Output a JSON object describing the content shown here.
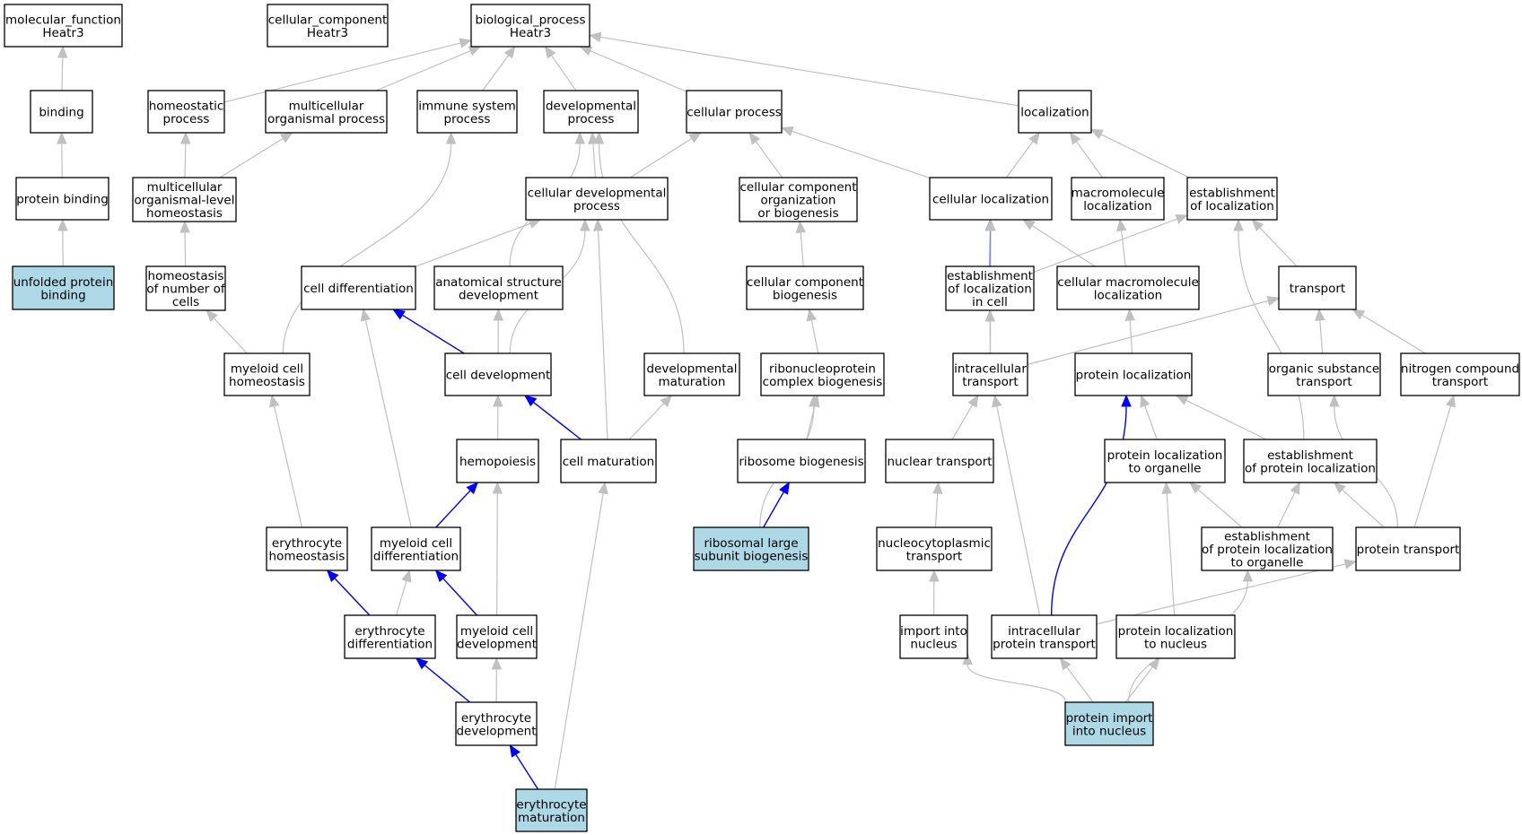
{
  "graph": {
    "nodes": [
      {
        "id": "molecular_function",
        "lines": [
          "molecular_function",
          "Heatr3"
        ],
        "highlight": false
      },
      {
        "id": "cellular_component",
        "lines": [
          "cellular_component",
          "Heatr3"
        ],
        "highlight": false
      },
      {
        "id": "biological_process",
        "lines": [
          "biological_process",
          "Heatr3"
        ],
        "highlight": false
      },
      {
        "id": "binding",
        "lines": [
          "binding"
        ],
        "highlight": false
      },
      {
        "id": "homeostatic_process",
        "lines": [
          "homeostatic",
          "process"
        ],
        "highlight": false
      },
      {
        "id": "multicellular_organismal_process",
        "lines": [
          "multicellular",
          "organismal process"
        ],
        "highlight": false
      },
      {
        "id": "immune_system_process",
        "lines": [
          "immune system",
          "process"
        ],
        "highlight": false
      },
      {
        "id": "developmental_process",
        "lines": [
          "developmental",
          "process"
        ],
        "highlight": false
      },
      {
        "id": "cellular_process",
        "lines": [
          "cellular process"
        ],
        "highlight": false
      },
      {
        "id": "localization",
        "lines": [
          "localization"
        ],
        "highlight": false
      },
      {
        "id": "protein_binding",
        "lines": [
          "protein binding"
        ],
        "highlight": false
      },
      {
        "id": "multicellular_organismal_level_homeostasis",
        "lines": [
          "multicellular",
          "organismal-level",
          "homeostasis"
        ],
        "highlight": false
      },
      {
        "id": "cellular_developmental_process",
        "lines": [
          "cellular developmental",
          "process"
        ],
        "highlight": false
      },
      {
        "id": "cellular_component_organization",
        "lines": [
          "cellular component",
          "organization",
          "or biogenesis"
        ],
        "highlight": false
      },
      {
        "id": "cellular_localization",
        "lines": [
          "cellular localization"
        ],
        "highlight": false
      },
      {
        "id": "macromolecule_localization",
        "lines": [
          "macromolecule",
          "localization"
        ],
        "highlight": false
      },
      {
        "id": "establishment_of_localization",
        "lines": [
          "establishment",
          "of localization"
        ],
        "highlight": false
      },
      {
        "id": "unfolded_protein_binding",
        "lines": [
          "unfolded protein",
          "binding"
        ],
        "highlight": true
      },
      {
        "id": "homeostasis_of_number_of_cells",
        "lines": [
          "homeostasis",
          "of number of",
          "cells"
        ],
        "highlight": false
      },
      {
        "id": "cell_differentiation",
        "lines": [
          "cell differentiation"
        ],
        "highlight": false
      },
      {
        "id": "anatomical_structure_development",
        "lines": [
          "anatomical structure",
          "development"
        ],
        "highlight": false
      },
      {
        "id": "cellular_component_biogenesis",
        "lines": [
          "cellular component",
          "biogenesis"
        ],
        "highlight": false
      },
      {
        "id": "establishment_of_localization_in_cell",
        "lines": [
          "establishment",
          "of localization",
          "in cell"
        ],
        "highlight": false
      },
      {
        "id": "cellular_macromolecule_localization",
        "lines": [
          "cellular macromolecule",
          "localization"
        ],
        "highlight": false
      },
      {
        "id": "transport",
        "lines": [
          "transport"
        ],
        "highlight": false
      },
      {
        "id": "myeloid_cell_homeostasis",
        "lines": [
          "myeloid cell",
          "homeostasis"
        ],
        "highlight": false
      },
      {
        "id": "cell_development",
        "lines": [
          "cell development"
        ],
        "highlight": false
      },
      {
        "id": "developmental_maturation",
        "lines": [
          "developmental",
          "maturation"
        ],
        "highlight": false
      },
      {
        "id": "ribonucleoprotein_complex_biogenesis",
        "lines": [
          "ribonucleoprotein",
          "complex biogenesis"
        ],
        "highlight": false
      },
      {
        "id": "intracellular_transport",
        "lines": [
          "intracellular",
          "transport"
        ],
        "highlight": false
      },
      {
        "id": "protein_localization",
        "lines": [
          "protein localization"
        ],
        "highlight": false
      },
      {
        "id": "organic_substance_transport",
        "lines": [
          "organic substance",
          "transport"
        ],
        "highlight": false
      },
      {
        "id": "nitrogen_compound_transport",
        "lines": [
          "nitrogen compound",
          "transport"
        ],
        "highlight": false
      },
      {
        "id": "hemopoiesis",
        "lines": [
          "hemopoiesis"
        ],
        "highlight": false
      },
      {
        "id": "cell_maturation",
        "lines": [
          "cell maturation"
        ],
        "highlight": false
      },
      {
        "id": "ribosome_biogenesis",
        "lines": [
          "ribosome biogenesis"
        ],
        "highlight": false
      },
      {
        "id": "nuclear_transport",
        "lines": [
          "nuclear transport"
        ],
        "highlight": false
      },
      {
        "id": "protein_localization_to_organelle",
        "lines": [
          "protein localization",
          "to organelle"
        ],
        "highlight": false
      },
      {
        "id": "establishment_of_protein_localization",
        "lines": [
          "establishment",
          "of protein localization"
        ],
        "highlight": false
      },
      {
        "id": "erythrocyte_homeostasis",
        "lines": [
          "erythrocyte",
          "homeostasis"
        ],
        "highlight": false
      },
      {
        "id": "myeloid_cell_differentiation",
        "lines": [
          "myeloid cell",
          "differentiation"
        ],
        "highlight": false
      },
      {
        "id": "ribosomal_large_subunit_biogenesis",
        "lines": [
          "ribosomal large",
          "subunit biogenesis"
        ],
        "highlight": true
      },
      {
        "id": "nucleocytoplasmic_transport",
        "lines": [
          "nucleocytoplasmic",
          "transport"
        ],
        "highlight": false
      },
      {
        "id": "establishment_of_protein_localization_to_organelle",
        "lines": [
          "establishment",
          "of protein localization",
          "to organelle"
        ],
        "highlight": false
      },
      {
        "id": "protein_transport",
        "lines": [
          "protein transport"
        ],
        "highlight": false
      },
      {
        "id": "erythrocyte_differentiation",
        "lines": [
          "erythrocyte",
          "differentiation"
        ],
        "highlight": false
      },
      {
        "id": "myeloid_cell_development",
        "lines": [
          "myeloid cell",
          "development"
        ],
        "highlight": false
      },
      {
        "id": "import_into_nucleus",
        "lines": [
          "import into",
          "nucleus"
        ],
        "highlight": false
      },
      {
        "id": "intracellular_protein_transport",
        "lines": [
          "intracellular",
          "protein transport"
        ],
        "highlight": false
      },
      {
        "id": "protein_localization_to_nucleus",
        "lines": [
          "protein localization",
          "to nucleus"
        ],
        "highlight": false
      },
      {
        "id": "erythrocyte_development",
        "lines": [
          "erythrocyte",
          "development"
        ],
        "highlight": false
      },
      {
        "id": "protein_import_into_nucleus",
        "lines": [
          "protein import",
          "into nucleus"
        ],
        "highlight": true
      },
      {
        "id": "erythrocyte_maturation",
        "lines": [
          "erythrocyte",
          "maturation"
        ],
        "highlight": true
      }
    ],
    "edges": [
      {
        "from": "binding",
        "to": "molecular_function",
        "kind": "is_a"
      },
      {
        "from": "protein_binding",
        "to": "binding",
        "kind": "is_a"
      },
      {
        "from": "unfolded_protein_binding",
        "to": "protein_binding",
        "kind": "is_a"
      },
      {
        "from": "homeostatic_process",
        "to": "biological_process",
        "kind": "is_a"
      },
      {
        "from": "multicellular_organismal_process",
        "to": "biological_process",
        "kind": "is_a"
      },
      {
        "from": "immune_system_process",
        "to": "biological_process",
        "kind": "is_a"
      },
      {
        "from": "developmental_process",
        "to": "biological_process",
        "kind": "is_a"
      },
      {
        "from": "cellular_process",
        "to": "biological_process",
        "kind": "is_a"
      },
      {
        "from": "localization",
        "to": "biological_process",
        "kind": "is_a"
      },
      {
        "from": "multicellular_organismal_level_homeostasis",
        "to": "homeostatic_process",
        "kind": "is_a"
      },
      {
        "from": "multicellular_organismal_level_homeostasis",
        "to": "multicellular_organismal_process",
        "kind": "is_a"
      },
      {
        "from": "homeostasis_of_number_of_cells",
        "to": "multicellular_organismal_level_homeostasis",
        "kind": "is_a"
      },
      {
        "from": "myeloid_cell_homeostasis",
        "to": "homeostasis_of_number_of_cells",
        "kind": "is_a"
      },
      {
        "from": "myeloid_cell_homeostasis",
        "to": "immune_system_process",
        "kind": "is_a"
      },
      {
        "from": "erythrocyte_homeostasis",
        "to": "myeloid_cell_homeostasis",
        "kind": "is_a"
      },
      {
        "from": "cellular_developmental_process",
        "to": "developmental_process",
        "kind": "is_a"
      },
      {
        "from": "cellular_developmental_process",
        "to": "cellular_process",
        "kind": "is_a"
      },
      {
        "from": "anatomical_structure_development",
        "to": "developmental_process",
        "kind": "is_a"
      },
      {
        "from": "developmental_maturation",
        "to": "developmental_process",
        "kind": "is_a"
      },
      {
        "from": "cellular_component_organization",
        "to": "cellular_process",
        "kind": "is_a"
      },
      {
        "from": "cellular_localization",
        "to": "cellular_process",
        "kind": "is_a"
      },
      {
        "from": "cellular_localization",
        "to": "localization",
        "kind": "is_a"
      },
      {
        "from": "macromolecule_localization",
        "to": "localization",
        "kind": "is_a"
      },
      {
        "from": "establishment_of_localization",
        "to": "localization",
        "kind": "is_a"
      },
      {
        "from": "cell_differentiation",
        "to": "cellular_developmental_process",
        "kind": "is_a"
      },
      {
        "from": "cell_development",
        "to": "cellular_developmental_process",
        "kind": "is_a"
      },
      {
        "from": "cell_development",
        "to": "anatomical_structure_development",
        "kind": "is_a"
      },
      {
        "from": "cell_development",
        "to": "cell_differentiation",
        "kind": "part_of"
      },
      {
        "from": "cell_maturation",
        "to": "cellular_developmental_process",
        "kind": "is_a"
      },
      {
        "from": "cell_maturation",
        "to": "developmental_maturation",
        "kind": "is_a"
      },
      {
        "from": "cell_maturation",
        "to": "cell_development",
        "kind": "part_of"
      },
      {
        "from": "hemopoiesis",
        "to": "cell_development",
        "kind": "is_a"
      },
      {
        "from": "myeloid_cell_differentiation",
        "to": "hemopoiesis",
        "kind": "part_of"
      },
      {
        "from": "myeloid_cell_differentiation",
        "to": "cell_differentiation",
        "kind": "is_a"
      },
      {
        "from": "myeloid_cell_development",
        "to": "hemopoiesis",
        "kind": "is_a"
      },
      {
        "from": "myeloid_cell_development",
        "to": "myeloid_cell_differentiation",
        "kind": "part_of"
      },
      {
        "from": "erythrocyte_differentiation",
        "to": "myeloid_cell_differentiation",
        "kind": "is_a"
      },
      {
        "from": "erythrocyte_differentiation",
        "to": "erythrocyte_homeostasis",
        "kind": "part_of"
      },
      {
        "from": "erythrocyte_development",
        "to": "myeloid_cell_development",
        "kind": "is_a"
      },
      {
        "from": "erythrocyte_development",
        "to": "erythrocyte_differentiation",
        "kind": "part_of"
      },
      {
        "from": "erythrocyte_maturation",
        "to": "cell_maturation",
        "kind": "is_a"
      },
      {
        "from": "erythrocyte_maturation",
        "to": "erythrocyte_development",
        "kind": "part_of"
      },
      {
        "from": "cellular_component_biogenesis",
        "to": "cellular_component_organization",
        "kind": "is_a"
      },
      {
        "from": "ribonucleoprotein_complex_biogenesis",
        "to": "cellular_component_biogenesis",
        "kind": "is_a"
      },
      {
        "from": "ribosome_biogenesis",
        "to": "ribonucleoprotein_complex_biogenesis",
        "kind": "is_a"
      },
      {
        "from": "ribosomal_large_subunit_biogenesis",
        "to": "ribonucleoprotein_complex_biogenesis",
        "kind": "is_a"
      },
      {
        "from": "ribosomal_large_subunit_biogenesis",
        "to": "ribosome_biogenesis",
        "kind": "part_of"
      },
      {
        "from": "establishment_of_localization_in_cell",
        "to": "cellular_localization",
        "kind": "part_of"
      },
      {
        "from": "establishment_of_localization_in_cell",
        "to": "establishment_of_localization",
        "kind": "is_a"
      },
      {
        "from": "cellular_macromolecule_localization",
        "to": "cellular_localization",
        "kind": "is_a"
      },
      {
        "from": "cellular_macromolecule_localization",
        "to": "macromolecule_localization",
        "kind": "is_a"
      },
      {
        "from": "transport",
        "to": "establishment_of_localization",
        "kind": "is_a"
      },
      {
        "from": "intracellular_transport",
        "to": "cellular_localization",
        "kind": "is_a"
      },
      {
        "from": "intracellular_transport",
        "to": "establishment_of_localization_in_cell",
        "kind": "is_a"
      },
      {
        "from": "intracellular_transport",
        "to": "transport",
        "kind": "is_a"
      },
      {
        "from": "protein_localization",
        "to": "cellular_macromolecule_localization",
        "kind": "is_a"
      },
      {
        "from": "organic_substance_transport",
        "to": "transport",
        "kind": "is_a"
      },
      {
        "from": "nitrogen_compound_transport",
        "to": "transport",
        "kind": "is_a"
      },
      {
        "from": "nuclear_transport",
        "to": "intracellular_transport",
        "kind": "is_a"
      },
      {
        "from": "protein_localization_to_organelle",
        "to": "protein_localization",
        "kind": "is_a"
      },
      {
        "from": "establishment_of_protein_localization",
        "to": "protein_localization",
        "kind": "is_a"
      },
      {
        "from": "establishment_of_protein_localization",
        "to": "establishment_of_localization",
        "kind": "is_a"
      },
      {
        "from": "nucleocytoplasmic_transport",
        "to": "nuclear_transport",
        "kind": "is_a"
      },
      {
        "from": "establishment_of_protein_localization_to_organelle",
        "to": "protein_localization_to_organelle",
        "kind": "is_a"
      },
      {
        "from": "establishment_of_protein_localization_to_organelle",
        "to": "establishment_of_protein_localization",
        "kind": "is_a"
      },
      {
        "from": "protein_transport",
        "to": "establishment_of_protein_localization",
        "kind": "is_a"
      },
      {
        "from": "protein_transport",
        "to": "organic_substance_transport",
        "kind": "is_a"
      },
      {
        "from": "protein_transport",
        "to": "nitrogen_compound_transport",
        "kind": "is_a"
      },
      {
        "from": "import_into_nucleus",
        "to": "nucleocytoplasmic_transport",
        "kind": "is_a"
      },
      {
        "from": "intracellular_protein_transport",
        "to": "intracellular_transport",
        "kind": "is_a"
      },
      {
        "from": "intracellular_protein_transport",
        "to": "protein_localization",
        "kind": "part_of"
      },
      {
        "from": "intracellular_protein_transport",
        "to": "protein_transport",
        "kind": "is_a"
      },
      {
        "from": "protein_localization_to_nucleus",
        "to": "protein_localization_to_organelle",
        "kind": "is_a"
      },
      {
        "from": "protein_import_into_nucleus",
        "to": "import_into_nucleus",
        "kind": "is_a"
      },
      {
        "from": "protein_import_into_nucleus",
        "to": "intracellular_protein_transport",
        "kind": "is_a"
      },
      {
        "from": "protein_import_into_nucleus",
        "to": "protein_localization_to_nucleus",
        "kind": "is_a"
      },
      {
        "from": "protein_import_into_nucleus",
        "to": "establishment_of_protein_localization_to_organelle",
        "kind": "is_a"
      }
    ],
    "colors": {
      "highlight_fill": "#add8e6",
      "node_fill": "#ffffff",
      "node_border": "#000000",
      "is_a_edge": "#c0c0c0",
      "part_of_edge": "#0000ff"
    }
  }
}
